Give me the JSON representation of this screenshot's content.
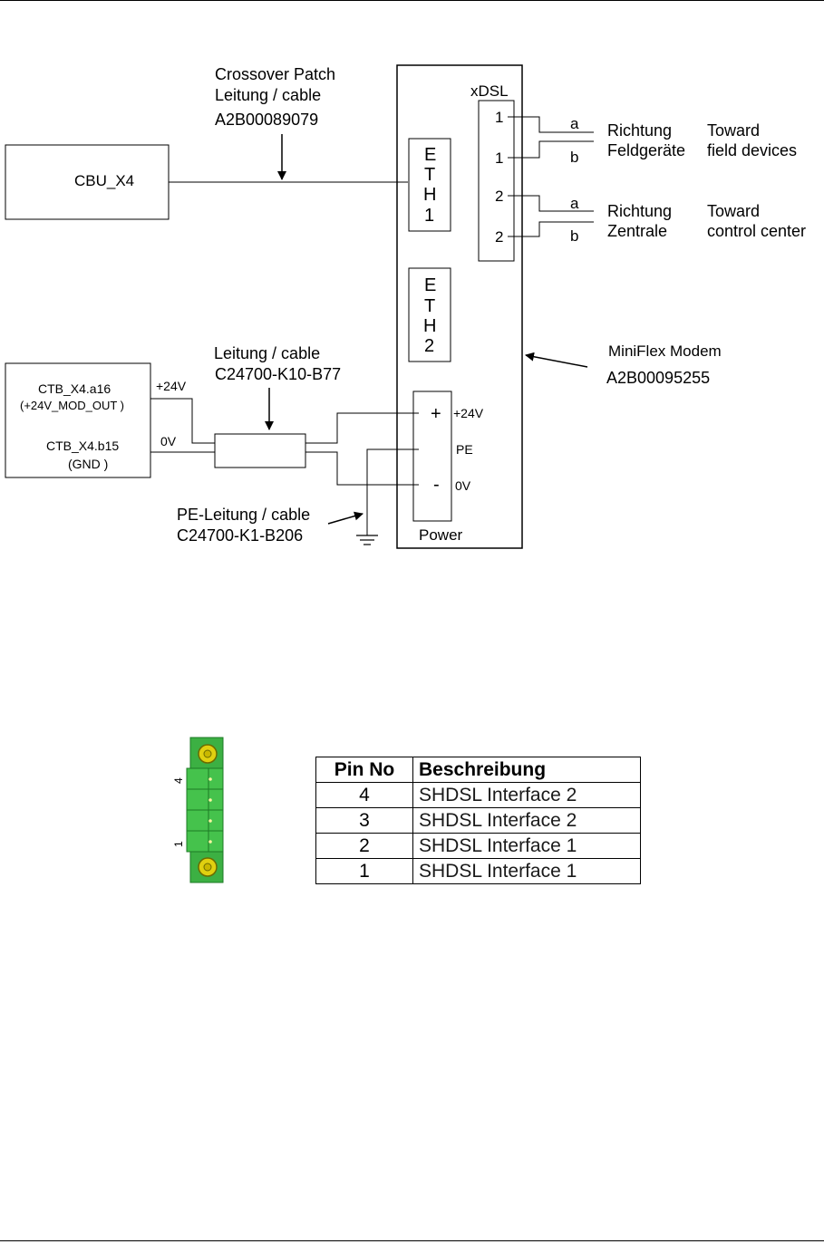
{
  "diagram": {
    "crossover_cable": {
      "line1": "Crossover Patch",
      "line2": "Leitung / cable",
      "part_no": "A2B00089079"
    },
    "cbu_box": {
      "label": "CBU_X4"
    },
    "ctb_box": {
      "line1": "CTB_X4.a16",
      "line2": "(+24V_MOD_OUT )",
      "line3": "CTB_X4.b15",
      "line4": "(GND )"
    },
    "wire_labels": {
      "plus24": "+24V",
      "zero": "0V"
    },
    "power_cable": {
      "line1": "Leitung / cable",
      "part_no": "C24700-K10-B77"
    },
    "pe_cable": {
      "line1": "PE-Leitung / cable",
      "part_no": "C24700-K1-B206"
    },
    "modem": {
      "xdsl_label": "xDSL",
      "xdsl_pins": [
        "1",
        "1",
        "2",
        "2"
      ],
      "wire_letters": [
        "a",
        "b",
        "a",
        "b"
      ],
      "eth1": [
        "E",
        "T",
        "H",
        "1"
      ],
      "eth2": [
        "E",
        "T",
        "H",
        "2"
      ],
      "power_label": "Power",
      "plus_sign": "+",
      "minus_sign": "-",
      "plus_voltage": "+24V",
      "pe": "PE",
      "zero_voltage": "0V",
      "name": "MiniFlex Modem",
      "part_no": "A2B00095255"
    },
    "direction_field": {
      "de_line1": "Richtung",
      "de_line2": "Feldgeräte",
      "en_line1": "Toward",
      "en_line2": "field devices"
    },
    "direction_center": {
      "de_line1": "Richtung",
      "de_line2": "Zentrale",
      "en_line1": "Toward",
      "en_line2": "control center"
    }
  },
  "connector": {
    "pin_top": "4",
    "pin_bottom": "1",
    "body_color": "#3cb043",
    "screw_color": "#e0d010"
  },
  "pin_table": {
    "headers": [
      "Pin No",
      "Beschreibung"
    ],
    "rows": [
      {
        "pin": "4",
        "desc": "SHDSL Interface 2"
      },
      {
        "pin": "3",
        "desc": "SHDSL Interface 2"
      },
      {
        "pin": "2",
        "desc": "SHDSL Interface 1"
      },
      {
        "pin": "1",
        "desc": "SHDSL Interface 1"
      }
    ]
  }
}
